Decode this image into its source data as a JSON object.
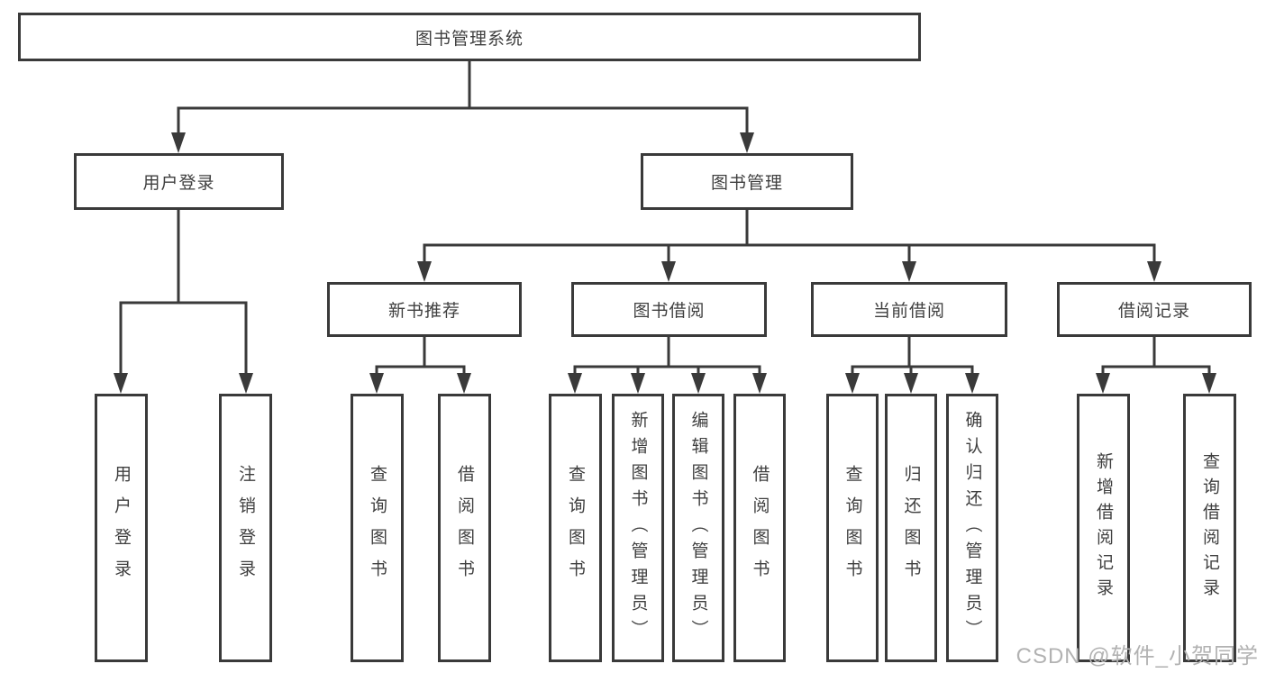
{
  "diagram_type": "hierarchy-tree",
  "tree": {
    "root": {
      "label": "图书管理系统",
      "children": [
        {
          "label": "用户登录",
          "children": [
            {
              "label": "用户登录"
            },
            {
              "label": "注销登录"
            }
          ]
        },
        {
          "label": "图书管理",
          "children": [
            {
              "label": "新书推荐",
              "children": [
                {
                  "label": "查询图书"
                },
                {
                  "label": "借阅图书"
                }
              ]
            },
            {
              "label": "图书借阅",
              "children": [
                {
                  "label": "查询图书"
                },
                {
                  "label": "新增图书（管理员）"
                },
                {
                  "label": "编辑图书（管理员）"
                },
                {
                  "label": "借阅图书"
                }
              ]
            },
            {
              "label": "当前借阅",
              "children": [
                {
                  "label": "查询图书"
                },
                {
                  "label": "归还图书"
                },
                {
                  "label": "确认归还（管理员）"
                }
              ]
            },
            {
              "label": "借阅记录",
              "children": [
                {
                  "label": "新增借阅记录"
                },
                {
                  "label": "查询借阅记录"
                }
              ]
            }
          ]
        }
      ]
    }
  },
  "watermark": {
    "text": "CSDN @软件_小贺同学"
  },
  "colors": {
    "line": "#3a3a3a",
    "box_border": "#3a3a3a",
    "text": "#3f3f3f",
    "background": "#ffffff",
    "watermark": "#b2b2b2"
  }
}
